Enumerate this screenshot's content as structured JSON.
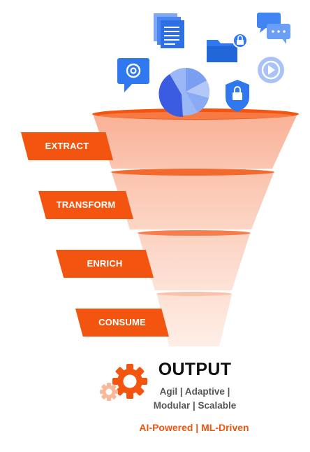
{
  "stages": [
    {
      "label": "EXTRACT"
    },
    {
      "label": "TRANSFORM"
    },
    {
      "label": "ENRICH"
    },
    {
      "label": "CONSUME"
    }
  ],
  "output": {
    "title": "OUTPUT",
    "line1": "Agil | Adaptive |",
    "line2": "Modular | Scalable",
    "tagline": "AI-Powered | ML-Driven"
  },
  "colors": {
    "accent": "#f3540f",
    "funnel_top": "#f8a88a",
    "funnel_mid": "#fbc5b0",
    "funnel_low": "#fde2d6",
    "icon_blue": "#2f78f0",
    "gear": "#f3540f"
  },
  "icons": [
    "email-icon",
    "documents-icon",
    "pie-chart-icon",
    "folder-lock-icon",
    "shield-lock-icon",
    "chat-icon",
    "play-icon",
    "gear-icon"
  ]
}
